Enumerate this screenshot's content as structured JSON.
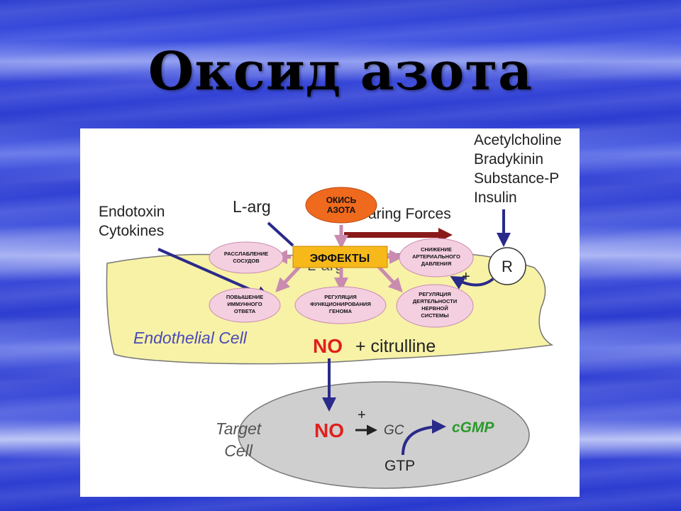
{
  "slide": {
    "title": "Оксид азота"
  },
  "diagram": {
    "agonists": [
      "Acetylcholine",
      "Bradykinin",
      "Substance-P",
      "Insulin"
    ],
    "stimuli": [
      "Endotoxin",
      "Cytokines"
    ],
    "l_arg_top": "L-arg",
    "shearing_forces": "aring Forces",
    "receptor": "R",
    "plus_receptor": "+",
    "l_arg_inner": "L-arg",
    "endothelial_cell": "Endothelial Cell",
    "no_endothelial": "NO",
    "plus_citrulline": "+ citrulline",
    "target_cell": [
      "Target",
      "Cell"
    ],
    "no_target": "NO",
    "plus_gc": "+",
    "gc": "GC",
    "cgmp": "cGMP",
    "gtp": "GTP",
    "overlay": {
      "center_label": "ОКИСЬ АЗОТА",
      "center_lines": [
        "ОКИСЬ",
        "АЗОТА"
      ],
      "effects_label": "ЭФФЕКТЫ",
      "effects": [
        {
          "lines": [
            "РАССЛАБЛЕНИЕ",
            "СОСУДОВ"
          ]
        },
        {
          "lines": [
            "СНИЖЕНИЕ",
            "АРТЕРИАЛЬНОГО",
            "ДАВЛЕНИЯ"
          ]
        },
        {
          "lines": [
            "ПОВЫШЕНИЕ",
            "ИММУННОГО",
            "ОТВЕТА"
          ]
        },
        {
          "lines": [
            "РЕГУЛЯЦИЯ",
            "ФУНКЦИОНИРОВАНИЯ",
            "ГЕНОМА"
          ]
        },
        {
          "lines": [
            "РЕГУЛЯЦИЯ",
            "ДЕЯТЕЛЬНОСТИ",
            "НЕРВНОЙ",
            "СИСТЕМЫ"
          ]
        }
      ]
    },
    "colors": {
      "cell_fill": "#f7f2a6",
      "target_fill": "#cfcfcf",
      "arrow_blue": "#2a2a8a",
      "no_red": "#e0201e",
      "cgmp_green": "#2a9a2a",
      "center_orange": "#f06a1e",
      "effects_yellow": "#f7b81a",
      "bubble_pink": "#f4cfe0",
      "shear_arrow": "#8a1a1a"
    }
  }
}
